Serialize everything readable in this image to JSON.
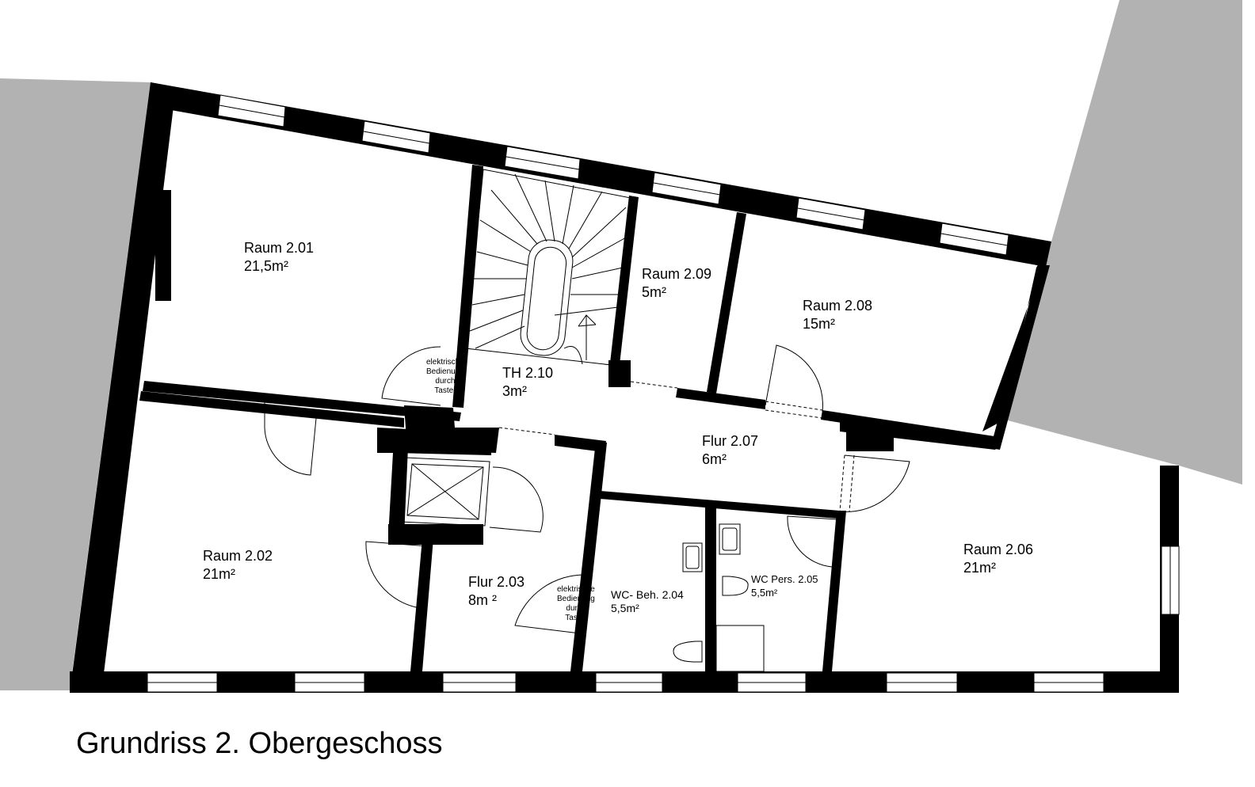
{
  "plan_title": "Grundriss 2. Obergeschoss",
  "colors": {
    "wall": "#000000",
    "neighbour": "#b2b2b2",
    "line": "#000000",
    "background": "#ffffff"
  },
  "rooms": {
    "r201": {
      "name": "Raum 2.01",
      "area": "21,5m²"
    },
    "r202": {
      "name": "Raum 2.02",
      "area": "21m²"
    },
    "r203": {
      "name": "Flur 2.03",
      "area": "8m ²"
    },
    "r204": {
      "name": "WC- Beh. 2.04",
      "area": "5,5m²"
    },
    "r205": {
      "name": "WC Pers. 2.05",
      "area": "5,5m²"
    },
    "r206": {
      "name": "Raum 2.06",
      "area": "21m²"
    },
    "r207": {
      "name": "Flur 2.07",
      "area": "6m²"
    },
    "r208": {
      "name": "Raum 2.08",
      "area": "15m²"
    },
    "r209": {
      "name": "Raum 2.09",
      "area": "5m²"
    },
    "r210": {
      "name": "TH 2.10",
      "area": "3m²"
    }
  },
  "door_notes": {
    "n1": {
      "line1": "elektrische",
      "line2": "Bedienung",
      "line3": "durch",
      "line4": "Taster"
    },
    "n2": {
      "line1": "elektrische",
      "line2": "Bedienung",
      "line3": "durch",
      "line4": "Taster"
    }
  }
}
